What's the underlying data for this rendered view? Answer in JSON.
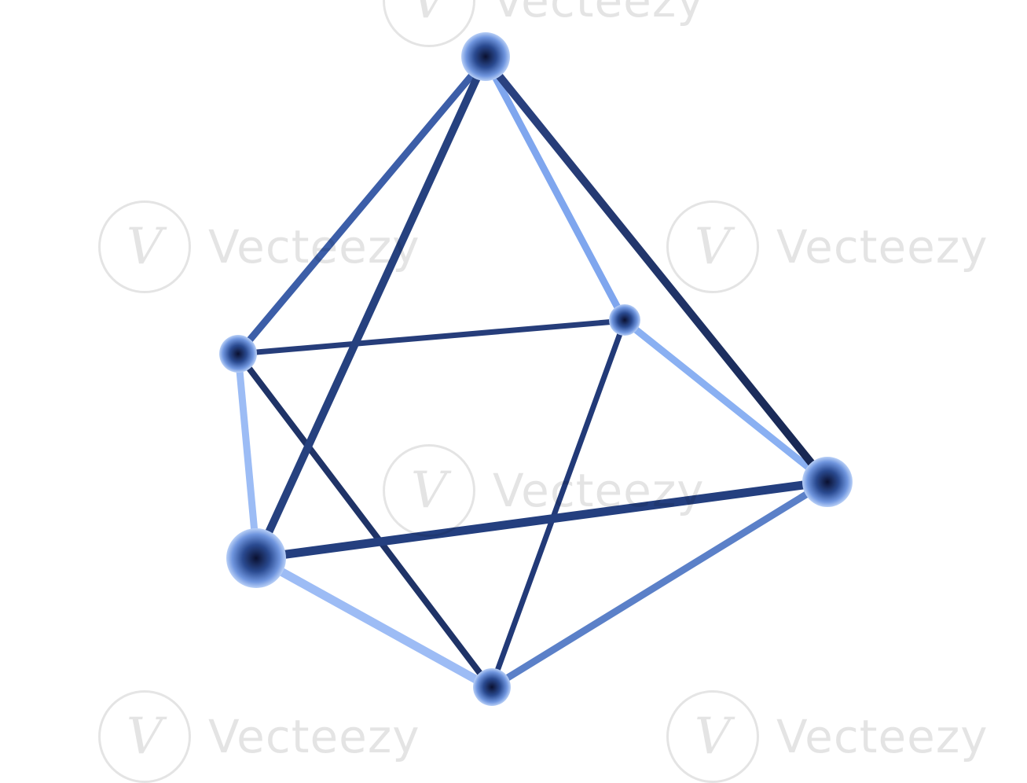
{
  "watermark": {
    "brand": "Vecteezy",
    "badge_glyph": "V"
  },
  "model": {
    "shape": "octahedron-wireframe",
    "colors": {
      "dark_rod": "#1a2a55",
      "mid_rod": "#3f63b0",
      "light_rod": "#8fb3f4",
      "sphere_core": "#0a1030",
      "sphere_mid": "#3a5fb0",
      "sphere_edge": "#9fbff2"
    }
  }
}
